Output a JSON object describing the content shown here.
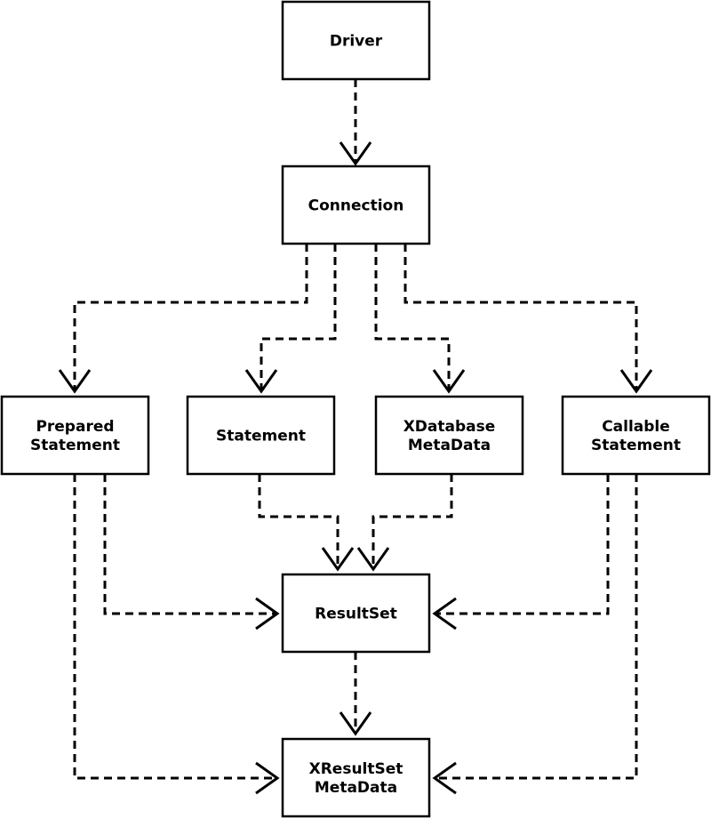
{
  "diagram": {
    "nodes": [
      {
        "id": "driver",
        "lines": [
          "Driver"
        ]
      },
      {
        "id": "connection",
        "lines": [
          "Connection"
        ]
      },
      {
        "id": "prepared-statement",
        "lines": [
          "Prepared",
          "Statement"
        ]
      },
      {
        "id": "statement",
        "lines": [
          "Statement"
        ]
      },
      {
        "id": "xdatabase-metadata",
        "lines": [
          "XDatabase",
          "MetaData"
        ]
      },
      {
        "id": "callable-statement",
        "lines": [
          "Callable",
          "Statement"
        ]
      },
      {
        "id": "resultset",
        "lines": [
          "ResultSet"
        ]
      },
      {
        "id": "xresultset-metadata",
        "lines": [
          "XResultSet",
          "MetaData"
        ]
      }
    ],
    "edges": [
      {
        "from": "driver",
        "to": "connection"
      },
      {
        "from": "connection",
        "to": "prepared-statement"
      },
      {
        "from": "connection",
        "to": "statement"
      },
      {
        "from": "connection",
        "to": "xdatabase-metadata"
      },
      {
        "from": "connection",
        "to": "callable-statement"
      },
      {
        "from": "statement",
        "to": "resultset"
      },
      {
        "from": "xdatabase-metadata",
        "to": "resultset"
      },
      {
        "from": "prepared-statement",
        "to": "resultset"
      },
      {
        "from": "callable-statement",
        "to": "resultset"
      },
      {
        "from": "resultset",
        "to": "xresultset-metadata"
      },
      {
        "from": "prepared-statement",
        "to": "xresultset-metadata"
      },
      {
        "from": "callable-statement",
        "to": "xresultset-metadata"
      }
    ]
  }
}
